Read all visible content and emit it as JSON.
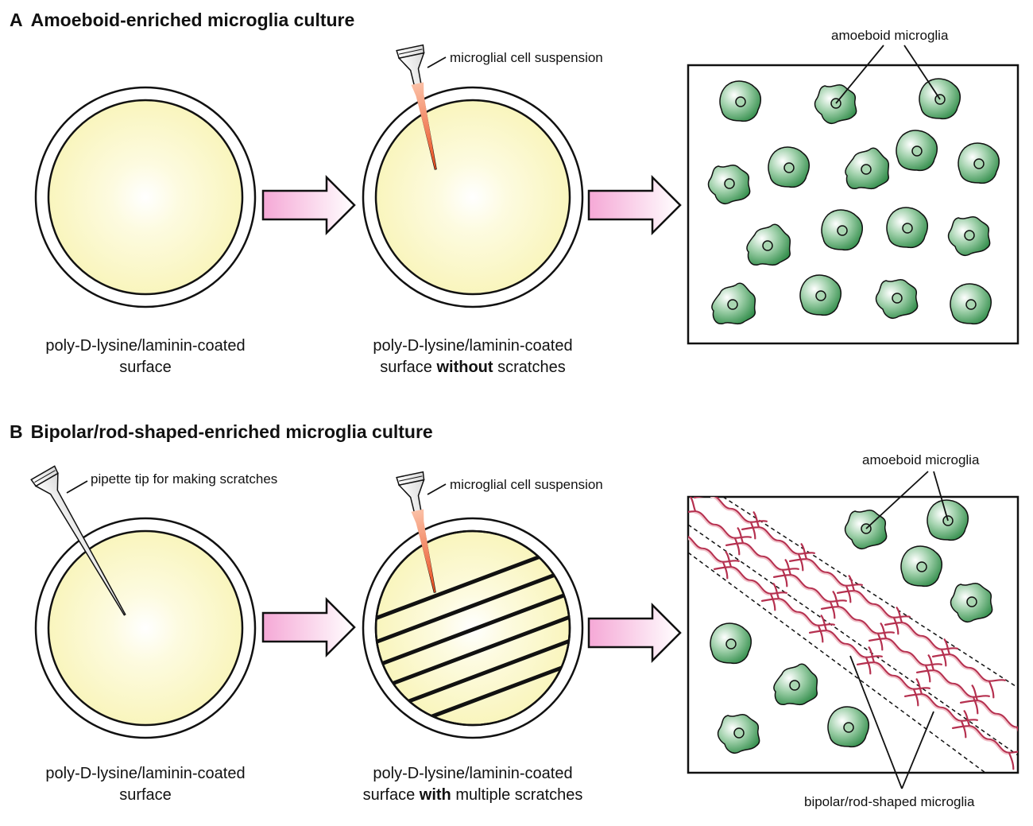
{
  "panels": [
    {
      "letter": "A",
      "title": "Amoeboid-enriched microglia culture",
      "captions": [
        {
          "line1": "poly-D-lysine/laminin-coated",
          "line2": "surface"
        },
        {
          "line1": "poly-D-lysine/laminin-coated",
          "line2_pre": "surface ",
          "line2_bold": "without",
          "line2_post": " scratches"
        }
      ],
      "callouts": {
        "suspension": "microglial cell suspension",
        "amoeboid": "amoeboid microglia"
      }
    },
    {
      "letter": "B",
      "title": "Bipolar/rod-shaped-enriched microglia culture",
      "captions": [
        {
          "line1": "poly-D-lysine/laminin-coated",
          "line2": "surface"
        },
        {
          "line1": "poly-D-lysine/laminin-coated",
          "line2_pre": "surface ",
          "line2_bold": "with",
          "line2_post": " multiple scratches"
        }
      ],
      "callouts": {
        "pipette": "pipette tip for making scratches",
        "suspension": "microglial cell suspension",
        "amoeboid": "amoeboid microglia",
        "bipolar": "bipolar/rod-shaped microglia"
      }
    }
  ],
  "colors": {
    "dish_fill": "#fbf8c4",
    "arrow_fill": "#f7b8de",
    "cell_green": "#2e8b47",
    "rod_red": "#b5304f",
    "suspension_orange": "#ef5a2a"
  },
  "icons": [
    "petri-dish-icon",
    "arrow-right-icon",
    "pipette-tip-icon",
    "amoeboid-cell-icon",
    "rod-cell-icon"
  ]
}
